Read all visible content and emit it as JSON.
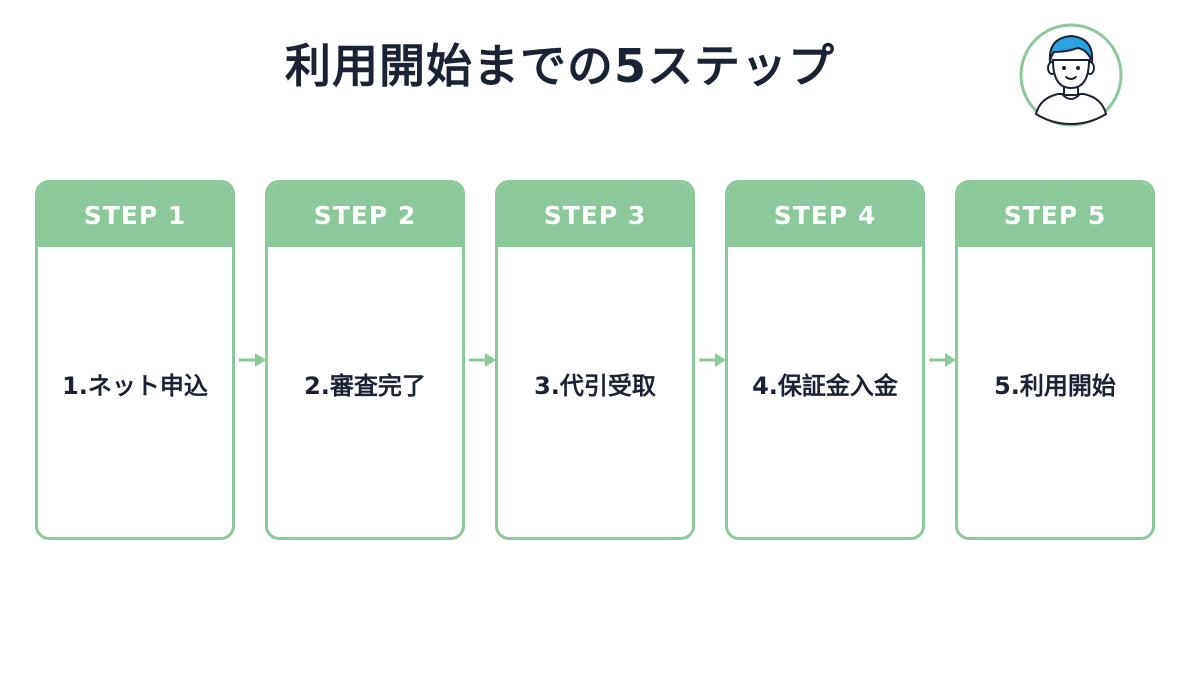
{
  "title": "利用開始までの5ステップ",
  "colors": {
    "accent": "#8bc99a",
    "text": "#1b2233",
    "hair": "#2aa3e0"
  },
  "avatar": {
    "icon": "man-avatar-icon"
  },
  "steps": [
    {
      "header": "STEP 1",
      "label": "1.ネット申込"
    },
    {
      "header": "STEP 2",
      "label": "2.審査完了"
    },
    {
      "header": "STEP 3",
      "label": "3.代引受取"
    },
    {
      "header": "STEP 4",
      "label": "4.保証金入金"
    },
    {
      "header": "STEP 5",
      "label": "5.利用開始"
    }
  ]
}
